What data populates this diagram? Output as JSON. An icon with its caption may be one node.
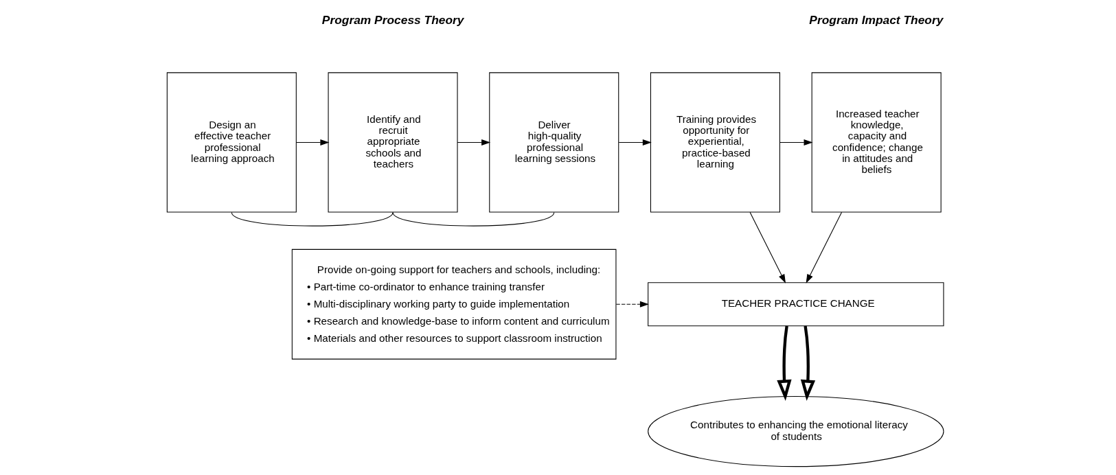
{
  "diagram": {
    "nodes": [
      {
        "text": [
          "Design an effective teacher professional learning approach"
        ]
      },
      {
        "text": [
          "Identify and recruit appropriate schools and teachers"
        ]
      },
      {
        "text": [
          "Deliver high-quality professional learning sessions"
        ]
      },
      {
        "text": [
          "Training provides opportunity for experiential, practice-based learning"
        ]
      },
      {
        "text": [
          "Increased teacher knowledge, capacity and confidence; change in attitudes and beliefs"
        ]
      },
      {
        "text": [
          "Provide on-going support for teachers and schools, including:",
          "• Part-time co-ordinator to enhance training transfer",
          "• Multi-disciplinary working party to guide implementation",
          "• Research and knowledge-base to inform content and curriculum",
          "• Materials and other resources to support classroom instruction"
        ]
      },
      {
        "text": [
          "TEACHER PRACTICE CHANGE"
        ]
      },
      {
        "text": [
          "Contributes to enhancing the emotional literacy of students"
        ]
      }
    ],
    "edges": [
      {
        "from": 0,
        "to": 1,
        "arrow": "to"
      },
      {
        "from": 1,
        "to": 2,
        "arrow": "to"
      },
      {
        "from": 2,
        "to": 3,
        "arrow": "to"
      },
      {
        "from": 3,
        "to": 4,
        "arrow": "to"
      },
      {
        "from": 3,
        "to": 6,
        "arrow": "to"
      },
      {
        "from": 4,
        "to": 6,
        "arrow": "to"
      },
      {
        "from": 5,
        "to": 6,
        "arrow": "to",
        "style": "dashed"
      },
      {
        "from": 6,
        "to": 7,
        "arrow": "to",
        "style": "thick"
      },
      {
        "from": 6,
        "to": 7,
        "arrow": "to",
        "style": "thick"
      },
      {
        "from": 0,
        "to": 1,
        "arrow": "none"
      },
      {
        "from": 1,
        "to": 2,
        "arrow": "none"
      }
    ],
    "labels": [
      "Program Process Theory",
      "Program Impact Theory"
    ]
  }
}
